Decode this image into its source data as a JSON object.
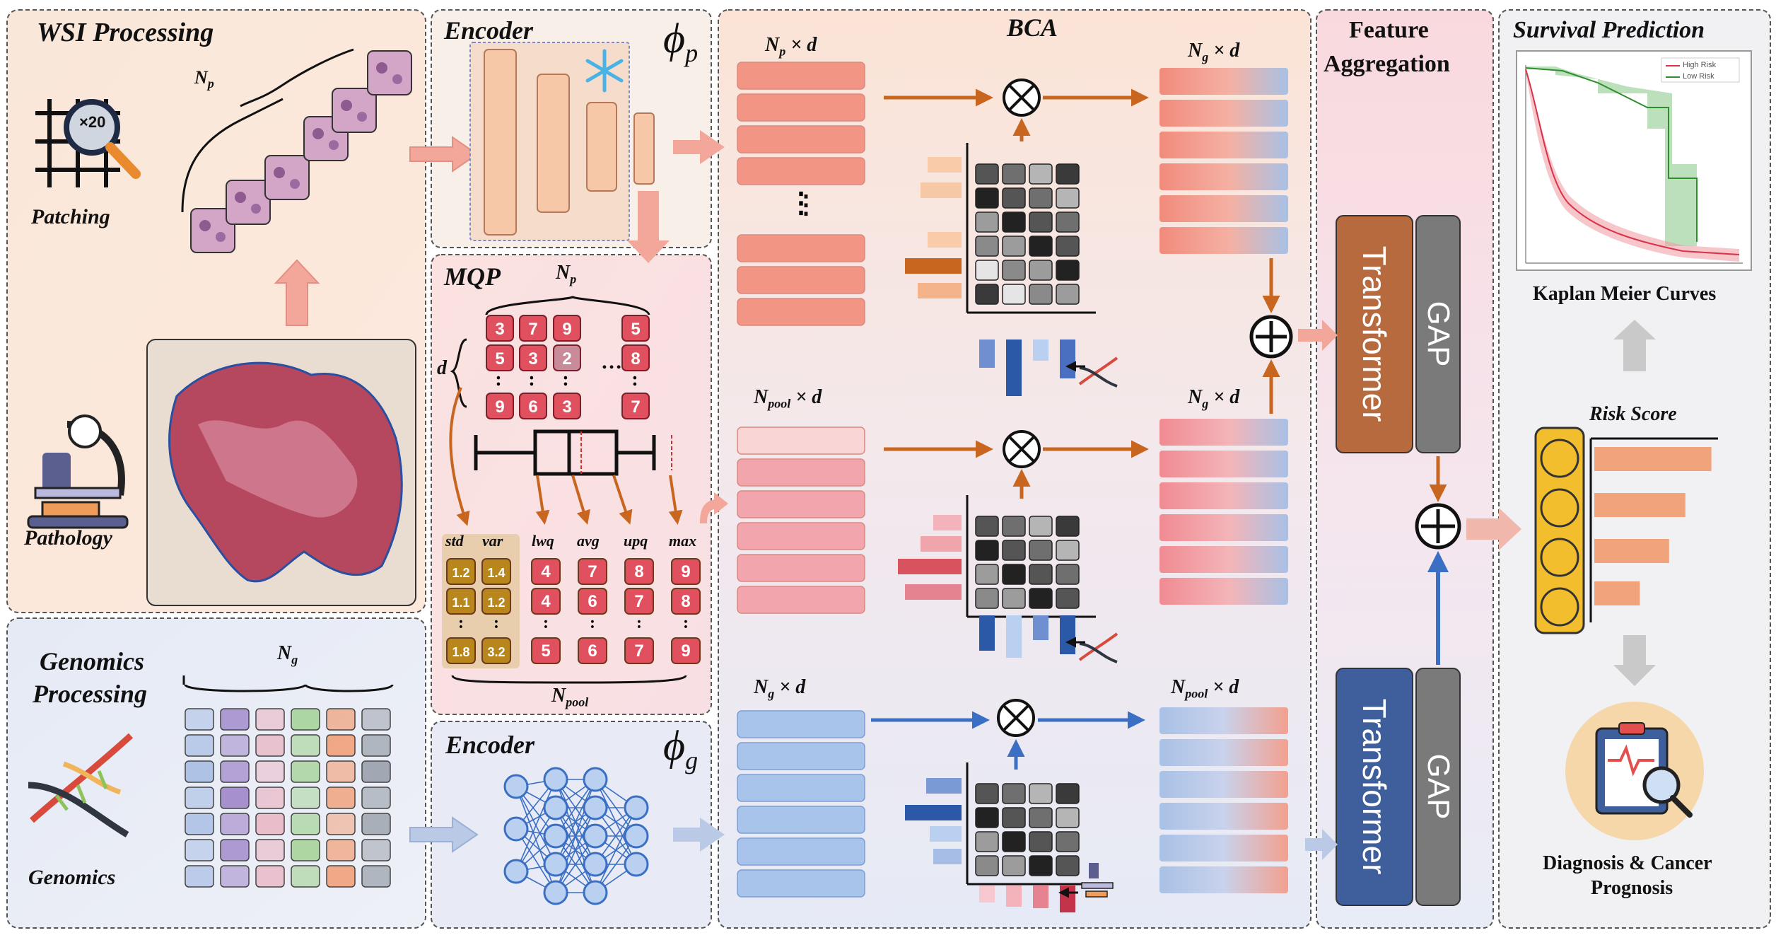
{
  "wsi": {
    "title": "WSI Processing",
    "np_label": "N",
    "np_sub": "p",
    "patching_label": "Patching",
    "magnification": "×20",
    "pathology_label": "Pathology"
  },
  "genomics": {
    "title_line1": "Genomics",
    "title_line2": "Processing",
    "ng_label": "N",
    "ng_sub": "g",
    "genomics_label": "Genomics"
  },
  "encoder_p": {
    "title": "Encoder",
    "phi": "ϕ",
    "phi_sub": "p"
  },
  "encoder_g": {
    "title": "Encoder",
    "phi": "ϕ",
    "phi_sub": "g"
  },
  "mqp": {
    "title": "MQP",
    "np_label": "N",
    "np_sub": "p",
    "d_label": "d",
    "ellipsis": "…",
    "dots": ":",
    "matrix": [
      [
        "3",
        "7",
        "9",
        "5"
      ],
      [
        "5",
        "3",
        "2",
        "8"
      ],
      [
        "9",
        "6",
        "3",
        "7"
      ]
    ],
    "stat_labels": [
      "std",
      "var",
      "lwq",
      "avg",
      "upq",
      "max"
    ],
    "stats_std": [
      "1.2",
      "1.1",
      "1.8"
    ],
    "stats_var": [
      "1.4",
      "1.2",
      "3.2"
    ],
    "stats_lwq": [
      "4",
      "4",
      "5"
    ],
    "stats_avg": [
      "7",
      "6",
      "6"
    ],
    "stats_upq": [
      "8",
      "7",
      "7"
    ],
    "stats_max": [
      "9",
      "8",
      "9"
    ],
    "npool_label": "N",
    "npool_sub": "pool"
  },
  "bca": {
    "title": "BCA",
    "times": "× d",
    "row1_in": {
      "n": "N",
      "sub": "p"
    },
    "row1_out": {
      "n": "N",
      "sub": "g"
    },
    "row2_in": {
      "n": "N",
      "sub": "pool"
    },
    "row2_out": {
      "n": "N",
      "sub": "g"
    },
    "row3_in": {
      "n": "N",
      "sub": "g"
    },
    "row3_out": {
      "n": "N",
      "sub": "pool"
    },
    "vdots": "⋮"
  },
  "aggregation": {
    "title_line1": "Feature",
    "title_line2": "Aggregation",
    "transformer": "Transformer",
    "gap": "GAP"
  },
  "survival": {
    "title": "Survival Prediction",
    "km_caption": "Kaplan Meier Curves",
    "legend_high": "High Risk",
    "legend_low": "Low Risk",
    "risk_score": "Risk Score",
    "risk_values": [
      0.72,
      0.56,
      0.46,
      0.28
    ],
    "diagnosis_line1": "Diagnosis & Cancer",
    "diagnosis_line2": "Prognosis"
  },
  "colors": {
    "orange_arrow": "#c8651f",
    "blue_arrow": "#3a6fc4",
    "pink_arrow": "#f2a79a",
    "transformer_orange": "#b66a3d",
    "transformer_blue": "#3e5f9c",
    "gap_gray": "#7a7a7a"
  }
}
